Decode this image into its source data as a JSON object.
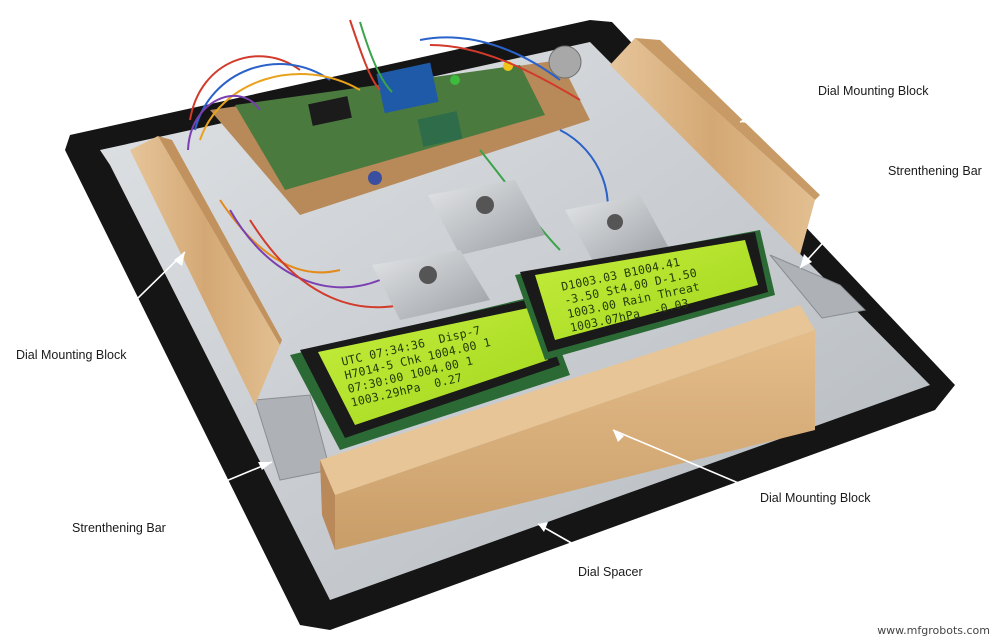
{
  "labels": {
    "dial_block_top_right": "Dial Mounting Block",
    "strengthening_bar_right": "Strenthening Bar",
    "dial_block_left": "Dial Mounting Block",
    "strengthening_bar_left": "Strenthening Bar",
    "dial_block_front": "Dial Mounting Block",
    "dial_spacer": "Dial Spacer"
  },
  "lcd_left": {
    "line1": "UTC 07:34:36  Disp-7",
    "line2": "H7014-5 Chk 1004.00 1",
    "line3": "07:30:00 1004.00 1",
    "line4": "1003.29hPa  0.27"
  },
  "lcd_right": {
    "line1": "D1003.03 B1004.41",
    "line2": "-3.50 St4.00 D-1.50",
    "line3": "1003.00 Rain Threat",
    "line4": "1003.07hPa  -0.03"
  },
  "watermark": "www.mfgrobots.com",
  "colors": {
    "frame": "#141414",
    "plate": "#c8ccd0",
    "wood": "#d9b48a",
    "lcd_green": "#b6e62a",
    "pcb": "#3a6e3a"
  }
}
